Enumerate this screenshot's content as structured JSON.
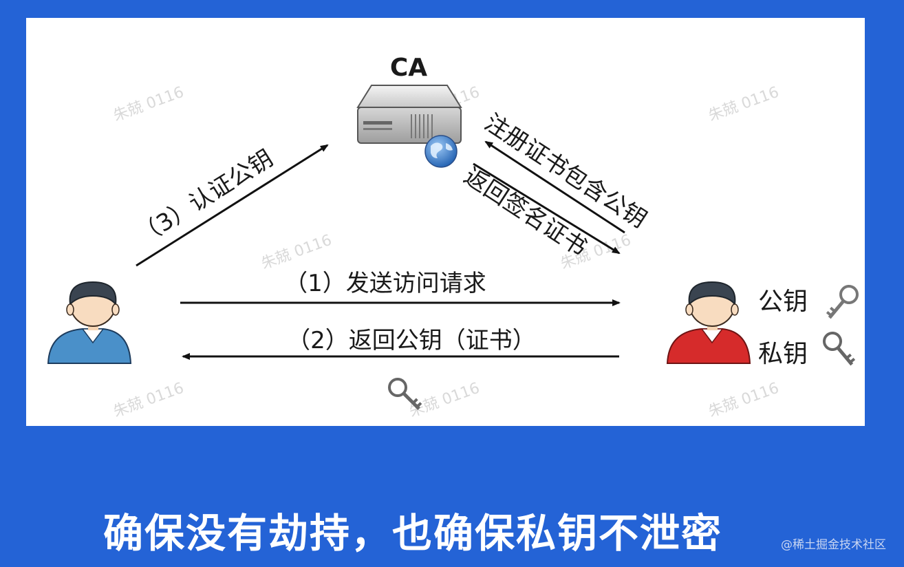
{
  "diagram": {
    "ca_label": "CA",
    "arrow1_label": "（1）发送访问请求",
    "arrow2_label": "（2）返回公钥（证书）",
    "arrow3_label": "（3）认证公钥",
    "register_label": "注册证书包含公钥",
    "return_cert_label": "返回签名证书",
    "public_key_label": "公钥",
    "private_key_label": "私钥",
    "watermark": "朱兢 0116",
    "colors": {
      "client_shirt": "#4a90c9",
      "server_shirt": "#d62b2b",
      "background": "#2463d6"
    }
  },
  "caption": "确保没有劫持，也确保私钥不泄密",
  "credit": "@稀土掘金技术社区"
}
